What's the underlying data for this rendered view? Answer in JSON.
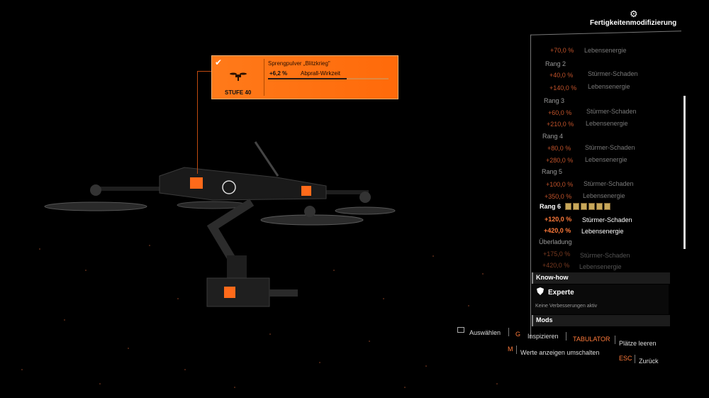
{
  "tooltip": {
    "level": "STUFE 40",
    "mod_name": "Sprengpulver „Blitzkrieg\"",
    "bonus_value": "+6,2 %",
    "bonus_stat": "Abprall-Wirkzeit",
    "bonus_fill": 0.65,
    "check_icon": "checkmark-icon",
    "item_icon": "drone-icon"
  },
  "panel": {
    "title": "Fertigkeitenmodifizierung",
    "title_icon": "gear-icon",
    "top_partial": {
      "value": "+70,0 %",
      "stat": "Lebensenergie"
    },
    "ranks": [
      {
        "title": "Rang 2",
        "v1": "+40,0 %",
        "s1": "Stürmer-Schaden",
        "v2": "+140,0 %",
        "s2": "Lebensenergie"
      },
      {
        "title": "Rang 3",
        "v1": "+60,0 %",
        "s1": "Stürmer-Schaden",
        "v2": "+210,0 %",
        "s2": "Lebensenergie"
      },
      {
        "title": "Rang 4",
        "v1": "+80,0 %",
        "s1": "Stürmer-Schaden",
        "v2": "+280,0 %",
        "s2": "Lebensenergie"
      },
      {
        "title": "Rang 5",
        "v1": "+100,0 %",
        "s1": "Stürmer-Schaden",
        "v2": "+350,0 %",
        "s2": "Lebensenergie"
      },
      {
        "title": "Rang 6",
        "v1": "+120,0 %",
        "s1": "Stürmer-Schaden",
        "v2": "+420,0 %",
        "s2": "Lebensenergie"
      },
      {
        "title": "Überladung",
        "v1": "+175,0 %",
        "s1": "Stürmer-Schaden",
        "v2": "+420,0 %",
        "s2": "Lebensenergie"
      }
    ],
    "current_rank_index": 4,
    "rank6_pips": 6,
    "knowhow": "Know-how",
    "expert_title": "Experte",
    "expert_icon": "shield-icon",
    "expert_sub": "Keine Verbesserungen aktiv",
    "mods": "Mods"
  },
  "hints": {
    "select": {
      "key": "",
      "label": "Auswählen"
    },
    "inspect": {
      "key": "G",
      "label": "Inspizieren"
    },
    "swap": {
      "key": "TABULATOR",
      "label": "Plätze leeren"
    },
    "values": {
      "key": "M",
      "label": "Werte anzeigen umschalten"
    },
    "back": {
      "key": "ESC",
      "label": "Zurück"
    }
  },
  "colors": {
    "accent": "#ff7a1a",
    "panel_bg": "#000000"
  }
}
